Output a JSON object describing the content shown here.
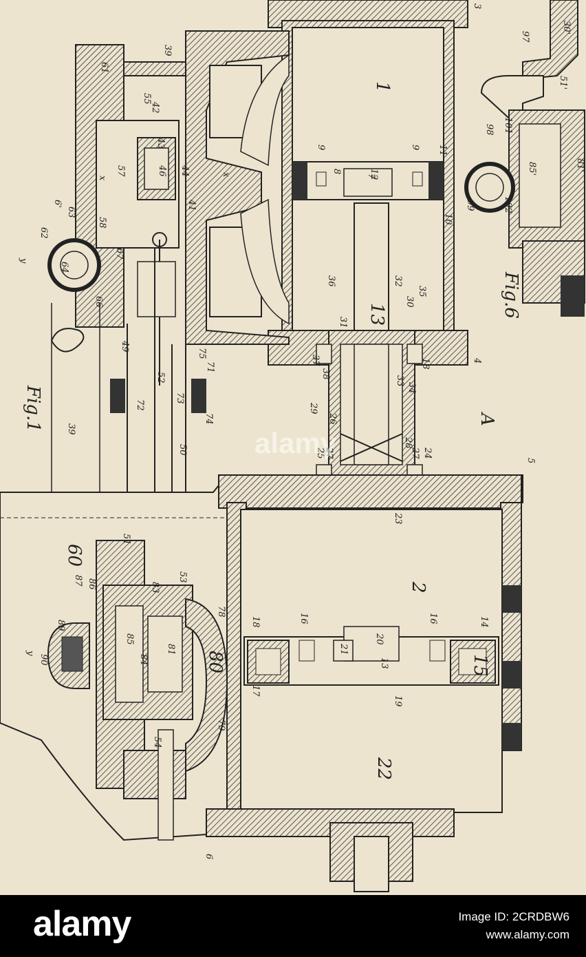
{
  "figure": {
    "fig1": "Fig.1",
    "fig6": "Fig.6",
    "part_labels": {
      "n1": "1",
      "n2": "2",
      "n3": "3",
      "n4": "4",
      "n5": "5",
      "n6": "6",
      "n7": "7",
      "n8": "8",
      "n9a": "9",
      "n9b": "9",
      "n10": "10",
      "n11": "11",
      "n12": "12",
      "n13a": "13",
      "n13b": "13",
      "n14": "14",
      "n15": "15",
      "n16a": "16",
      "n16b": "16",
      "n17": "17",
      "n18a": "18",
      "n18b": "18",
      "n19": "19",
      "n20": "20",
      "n21": "21",
      "n22": "22",
      "n23": "23",
      "n24": "24",
      "n25": "25",
      "n26": "26",
      "n27a": "27",
      "n27b": "27",
      "n28": "28",
      "n29": "29",
      "n30": "30",
      "n31": "31",
      "n32": "32",
      "n33": "33",
      "n34": "34",
      "n35": "35",
      "n36": "36",
      "n37": "37",
      "n38": "38",
      "n39a": "39",
      "n39b": "39",
      "n41": "41",
      "n42": "42",
      "n43": "43",
      "n44": "44",
      "n46": "46",
      "n49": "49",
      "n50": "50",
      "n51": "51",
      "n52": "52",
      "n53": "53",
      "n54": "54",
      "n55": "55",
      "n57": "57",
      "n58": "58",
      "n60": "60",
      "n61": "61",
      "n62": "62",
      "n63": "63",
      "n64": "64",
      "n66": "66",
      "n67": "67",
      "n6p": "6'",
      "n71": "71",
      "n72": "72",
      "n73": "73",
      "n74": "74",
      "n75": "75",
      "n78": "78",
      "n79": "79",
      "n80": "80",
      "n81": "81",
      "n83": "83",
      "n84": "84",
      "n85": "85",
      "n86": "86",
      "n87": "87",
      "n89": "89",
      "n90": "90",
      "n97": "97",
      "n98": "98",
      "n99": "99",
      "n101": "101",
      "n102": "102",
      "n85p": "85'",
      "n81p": "81'",
      "n51p": "51'",
      "n30p": "30'",
      "nx1": "x",
      "nx2": "x",
      "ny1": "y",
      "ny2": "y",
      "nA": "A"
    }
  },
  "watermark": {
    "brand": "alamy",
    "image_id": "Image ID: 2CRDBW6",
    "site": "www.alamy.com"
  },
  "colors": {
    "paper": "#ece4cf",
    "ink": "#222222",
    "footer": "#000000"
  }
}
